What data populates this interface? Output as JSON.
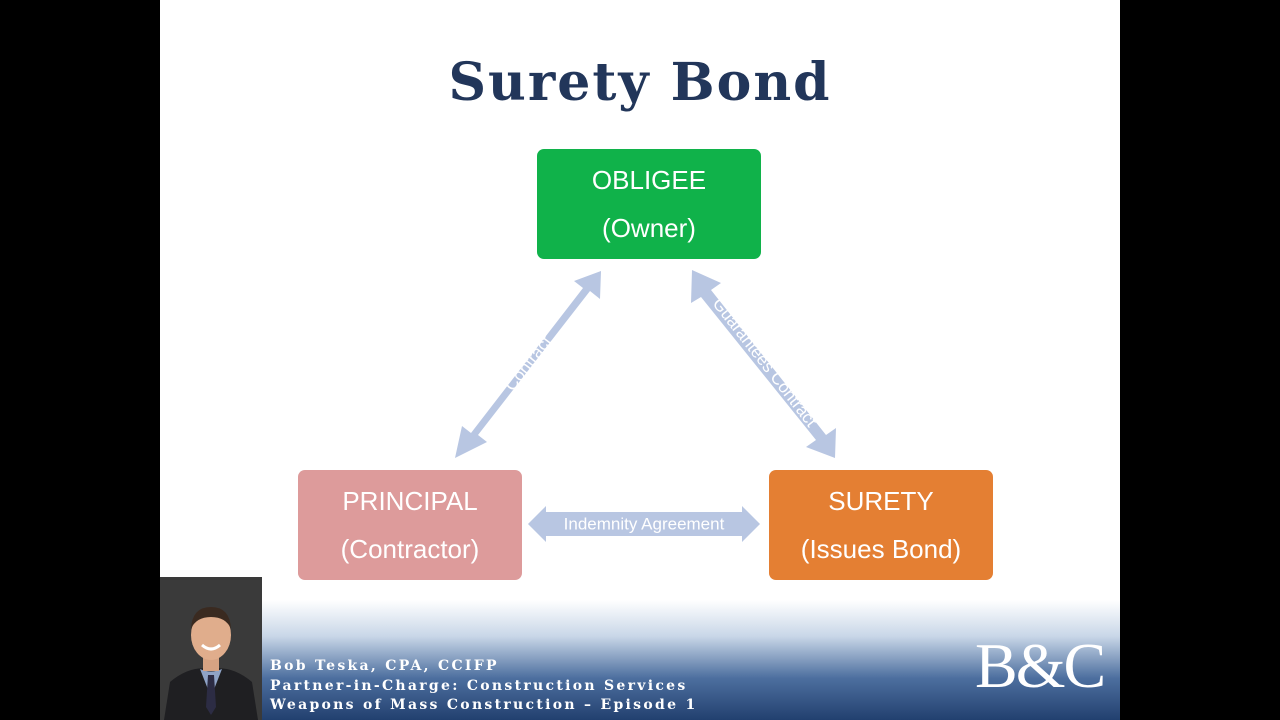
{
  "slide": {
    "title": "Surety Bond",
    "colors": {
      "title": "#22365a",
      "obligee": "#10b24a",
      "principal": "#dd9b9b",
      "surety": "#e47f33",
      "connector": "#b8c6e2",
      "connector_label": "#ffffff"
    }
  },
  "diagram": {
    "nodes": {
      "obligee": {
        "line1": "OBLIGEE",
        "line2": "(Owner)"
      },
      "principal": {
        "line1": "PRINCIPAL",
        "line2": "(Contractor)"
      },
      "surety": {
        "line1": "SURETY",
        "line2": "(Issues Bond)"
      }
    },
    "connectors": {
      "obligee_principal": "Contract",
      "obligee_surety": "Guarantees Contract",
      "principal_surety": "Indemnity Agreement"
    }
  },
  "footer": {
    "presenter_name": "Bob Teska, CPA, CCIFP",
    "presenter_role": "Partner-in-Charge: Construction Services",
    "series": "Weapons of Mass Construction – Episode 1",
    "logo_text": "B&C",
    "presenter_photo_icon": "presenter-portrait"
  }
}
